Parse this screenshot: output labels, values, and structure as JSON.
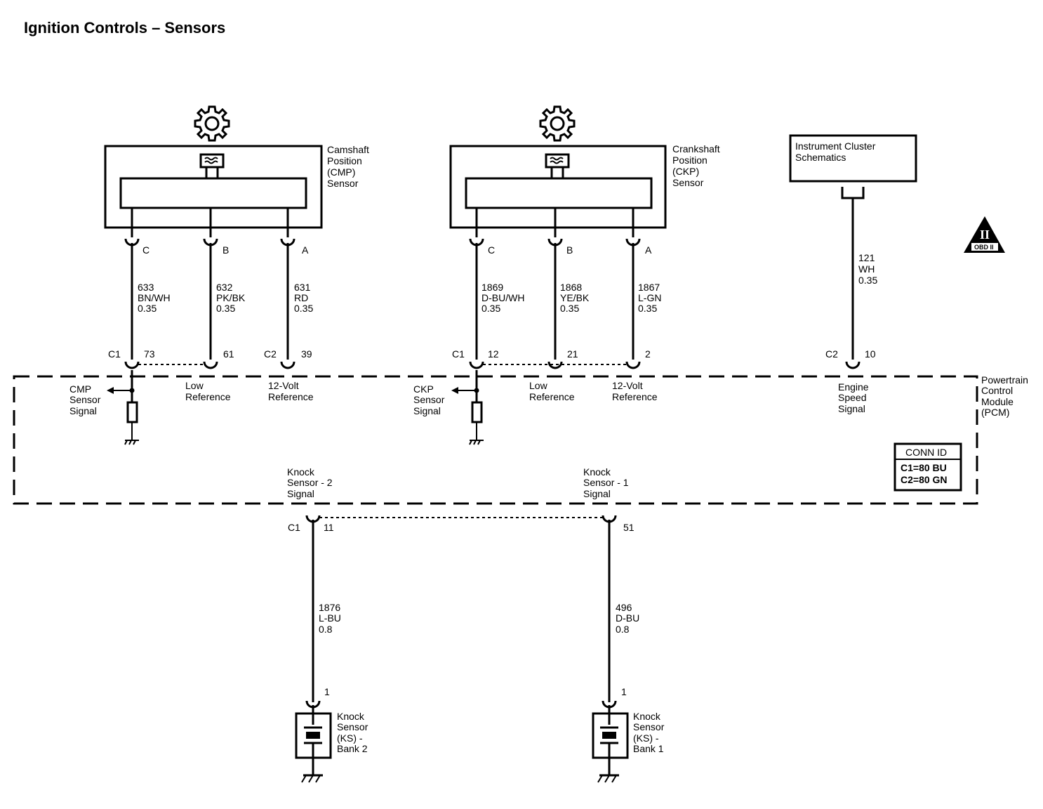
{
  "title": "Ignition Controls – Sensors",
  "cmp_sensor": {
    "label": [
      "Camshaft",
      "Position",
      "(CMP)",
      "Sensor"
    ],
    "pins": [
      "C",
      "B",
      "A"
    ]
  },
  "ckp_sensor": {
    "label": [
      "Crankshaft",
      "Position",
      "(CKP)",
      "Sensor"
    ],
    "pins": [
      "C",
      "B",
      "A"
    ]
  },
  "instrument_cluster": {
    "label": [
      "Instrument Cluster",
      "Schematics"
    ]
  },
  "obd_badge": {
    "numeral": "II",
    "text": "OBD II"
  },
  "wires": {
    "w633": [
      "633",
      "BN/WH",
      "0.35"
    ],
    "w632": [
      "632",
      "PK/BK",
      "0.35"
    ],
    "w631": [
      "631",
      "RD",
      "0.35"
    ],
    "w1869": [
      "1869",
      "D-BU/WH",
      "0.35"
    ],
    "w1868": [
      "1868",
      "YE/BK",
      "0.35"
    ],
    "w1867": [
      "1867",
      "L-GN",
      "0.35"
    ],
    "w121": [
      "121",
      "WH",
      "0.35"
    ],
    "w1876": [
      "1876",
      "L-BU",
      "0.8"
    ],
    "w496": [
      "496",
      "D-BU",
      "0.8"
    ]
  },
  "pcm_pins": {
    "cmp_conn": "C1",
    "cmp_signal": "73",
    "cmp_low": "61",
    "cmp_ref_conn": "C2",
    "cmp_ref": "39",
    "ckp_conn": "C1",
    "ckp_signal": "12",
    "ckp_low": "21",
    "ckp_ref": "2",
    "eng_conn": "C2",
    "eng_speed": "10",
    "ks_conn": "C1",
    "ks2": "11",
    "ks1": "51"
  },
  "pcm_labels": {
    "cmp_signal": [
      "CMP",
      "Sensor",
      "Signal"
    ],
    "low_ref": [
      "Low",
      "Reference"
    ],
    "volt_ref": [
      "12-Volt",
      "Reference"
    ],
    "ckp_signal": [
      "CKP",
      "Sensor",
      "Signal"
    ],
    "eng_speed": [
      "Engine",
      "Speed",
      "Signal"
    ],
    "pcm": [
      "Powertrain",
      "Control",
      "Module",
      "(PCM)"
    ],
    "ks2": [
      "Knock",
      "Sensor - 2",
      "Signal"
    ],
    "ks1": [
      "Knock",
      "Sensor - 1",
      "Signal"
    ]
  },
  "conn_id": {
    "header": "CONN ID",
    "c1": "C1=80 BU",
    "c2": "C2=80 GN"
  },
  "knock_sensors": {
    "bank2": {
      "pin": "1",
      "label": [
        "Knock",
        "Sensor",
        "(KS) -",
        "Bank 2"
      ]
    },
    "bank1": {
      "pin": "1",
      "label": [
        "Knock",
        "Sensor",
        "(KS) -",
        "Bank 1"
      ]
    }
  }
}
